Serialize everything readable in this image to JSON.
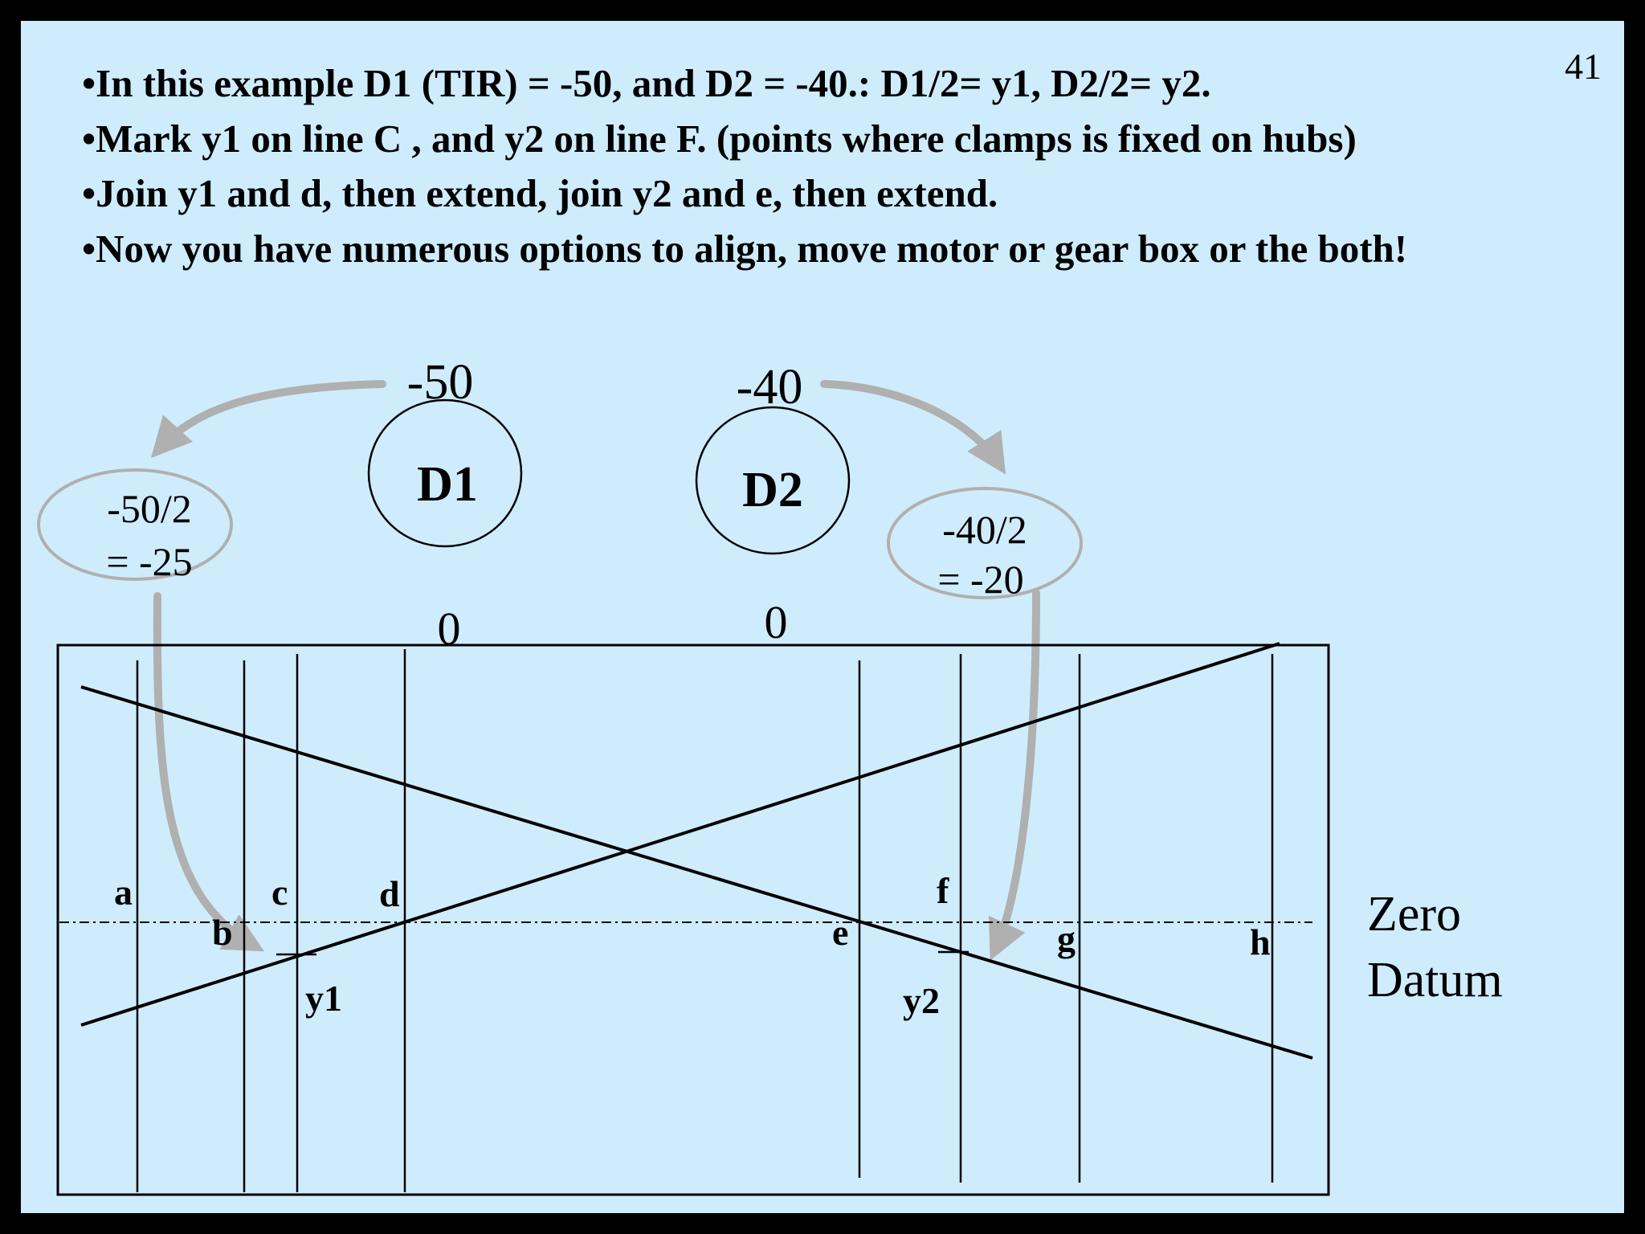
{
  "slide": {
    "page_number": "41",
    "bullets": [
      "•In this example D1 (TIR) = -50, and D2 = -40.: D1/2= y1, D2/2= y2.",
      "•Mark y1 on line C , and y2 on line F. (points where clamps is fixed on hubs)",
      "•Join y1 and d, then extend, join y2 and e, then extend.",
      "•Now you have numerous options to align, move motor or gear box or the both!"
    ]
  },
  "diagram": {
    "colors": {
      "background": "#cfecfc",
      "ink": "#000000",
      "arrow": "#b0b0b0",
      "frame": "#000000"
    },
    "dial_d1": {
      "label": "D1",
      "top_reading": "-50",
      "bottom_reading": "0"
    },
    "dial_d2": {
      "label": "D2",
      "top_reading": "-40",
      "bottom_reading": "0"
    },
    "calc_d1": {
      "line1": "-50/2",
      "line2": "= -25"
    },
    "calc_d2": {
      "line1": "-40/2",
      "line2": "= -20"
    },
    "points": [
      "a",
      "b",
      "c",
      "d",
      "e",
      "f",
      "g",
      "h"
    ],
    "marks": [
      "y1",
      "y2"
    ],
    "datum_label": [
      "Zero",
      "Datum"
    ]
  }
}
